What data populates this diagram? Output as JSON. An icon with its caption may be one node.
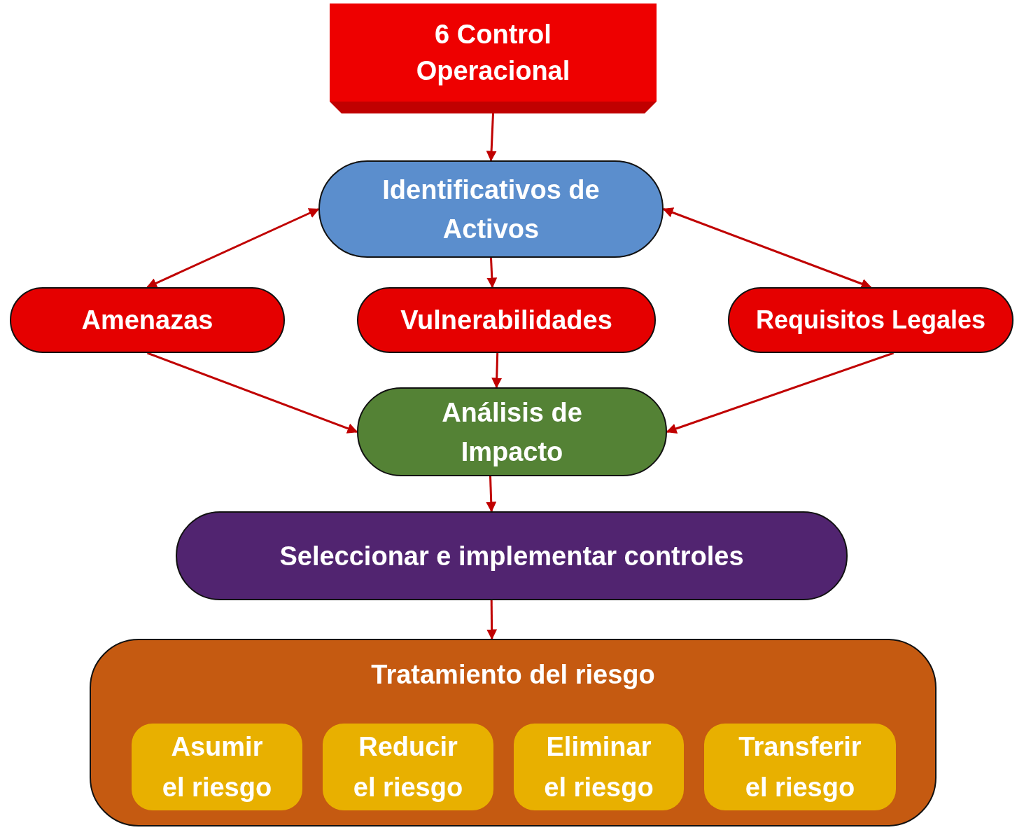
{
  "diagram": {
    "nodes": [
      {
        "text": [
          "6 Control Operacional"
        ]
      },
      {
        "text": [
          "Identificativos de Activos"
        ]
      },
      {
        "text": [
          "Amenazas"
        ]
      },
      {
        "text": [
          "Vulnerabilidades"
        ]
      },
      {
        "text": [
          "Requisitos Legales"
        ]
      },
      {
        "text": [
          "Análisis de Impacto"
        ]
      },
      {
        "text": [
          "Seleccionar e implementar controles"
        ]
      },
      {
        "text": [
          "Tratamiento del riesgo"
        ]
      },
      {
        "text": [
          "Asumir el riesgo"
        ],
        "in": 7
      },
      {
        "text": [
          "Reducir el riesgo"
        ],
        "in": 7
      },
      {
        "text": [
          "Eliminar el riesgo"
        ],
        "in": 7
      },
      {
        "text": [
          "Transferir el riesgo"
        ],
        "in": 7
      }
    ],
    "edges": [
      {
        "from": 0,
        "to": 1,
        "arrow": "to"
      },
      {
        "from": 1,
        "to": 2,
        "arrow": "both"
      },
      {
        "from": 1,
        "to": 4,
        "arrow": "both"
      },
      {
        "from": 1,
        "to": 3,
        "arrow": "to"
      },
      {
        "from": 2,
        "to": 5,
        "arrow": "to"
      },
      {
        "from": 3,
        "to": 5,
        "arrow": "to"
      },
      {
        "from": 4,
        "to": 5,
        "arrow": "to"
      },
      {
        "from": 5,
        "to": 6,
        "arrow": "to"
      },
      {
        "from": 6,
        "to": 7,
        "arrow": "to"
      }
    ]
  }
}
